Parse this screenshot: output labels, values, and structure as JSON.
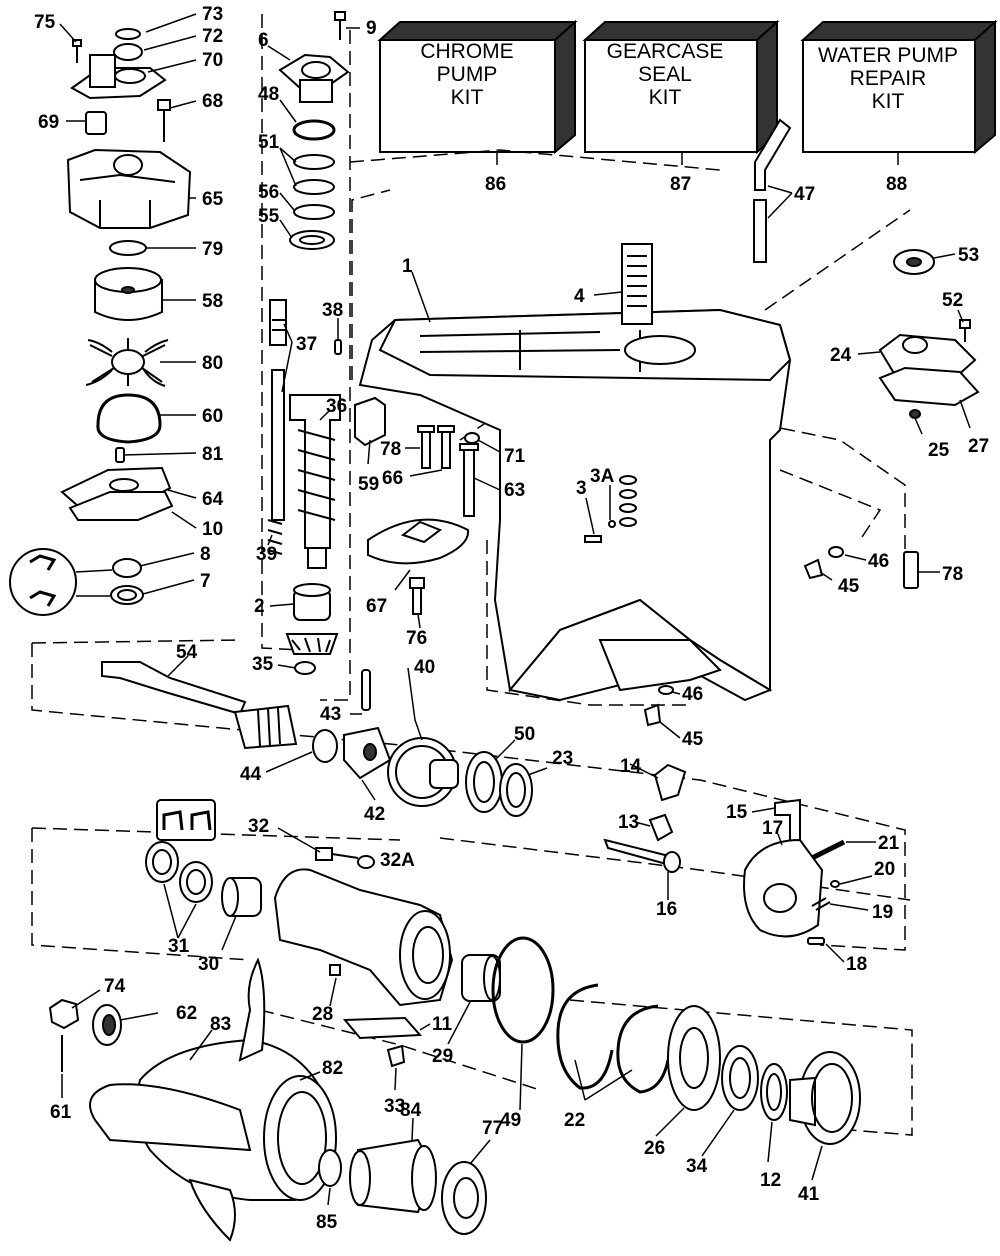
{
  "kits": [
    {
      "id": "kit-chrome-pump",
      "lines": [
        "CHROME",
        "PUMP",
        "KIT"
      ],
      "ref": "86"
    },
    {
      "id": "kit-gearcase-seal",
      "lines": [
        "GEARCASE",
        "SEAL",
        "KIT"
      ],
      "ref": "87"
    },
    {
      "id": "kit-water-pump-repair",
      "lines": [
        "WATER PUMP",
        "REPAIR",
        "KIT"
      ],
      "ref": "88"
    }
  ],
  "callouts": {
    "c75": "75",
    "c73": "73",
    "c72": "72",
    "c70": "70",
    "c69": "69",
    "c68": "68",
    "c65": "65",
    "c79": "79",
    "c58": "58",
    "c80": "80",
    "c60": "60",
    "c81": "81",
    "c64": "64",
    "c10": "10",
    "c8": "8",
    "c7": "7",
    "c9": "9",
    "c6": "6",
    "c48": "48",
    "c51": "51",
    "c56": "56",
    "c55": "55",
    "c38": "38",
    "c37": "37",
    "c36": "36",
    "c39": "39",
    "c2": "2",
    "c35": "35",
    "c40": "40",
    "c54": "54",
    "c43": "43",
    "c44": "44",
    "c42": "42",
    "c1": "1",
    "c4": "4",
    "c47": "47",
    "c53": "53",
    "c52": "52",
    "c24": "24",
    "c25": "25",
    "c27": "27",
    "c78a": "78",
    "c66": "66",
    "c71": "71",
    "c63": "63",
    "c59": "59",
    "c3": "3",
    "c3A": "3A",
    "c67": "67",
    "c76": "76",
    "c46a": "46",
    "c45a": "45",
    "c78b": "78",
    "c46b": "46",
    "c45b": "45",
    "c50": "50",
    "c23": "23",
    "c14": "14",
    "c13": "13",
    "c16": "16",
    "c15": "15",
    "c17": "17",
    "c21": "21",
    "c20": "20",
    "c19": "19",
    "c18": "18",
    "c32": "32",
    "c32A": "32A",
    "c31": "31",
    "c30": "30",
    "c28": "28",
    "c11": "11",
    "c29": "29",
    "c49": "49",
    "c22": "22",
    "c26": "26",
    "c34": "34",
    "c12": "12",
    "c41": "41",
    "c74": "74",
    "c62": "62",
    "c83": "83",
    "c82": "82",
    "c33": "33",
    "c84": "84",
    "c77": "77",
    "c61": "61",
    "c85": "85"
  }
}
